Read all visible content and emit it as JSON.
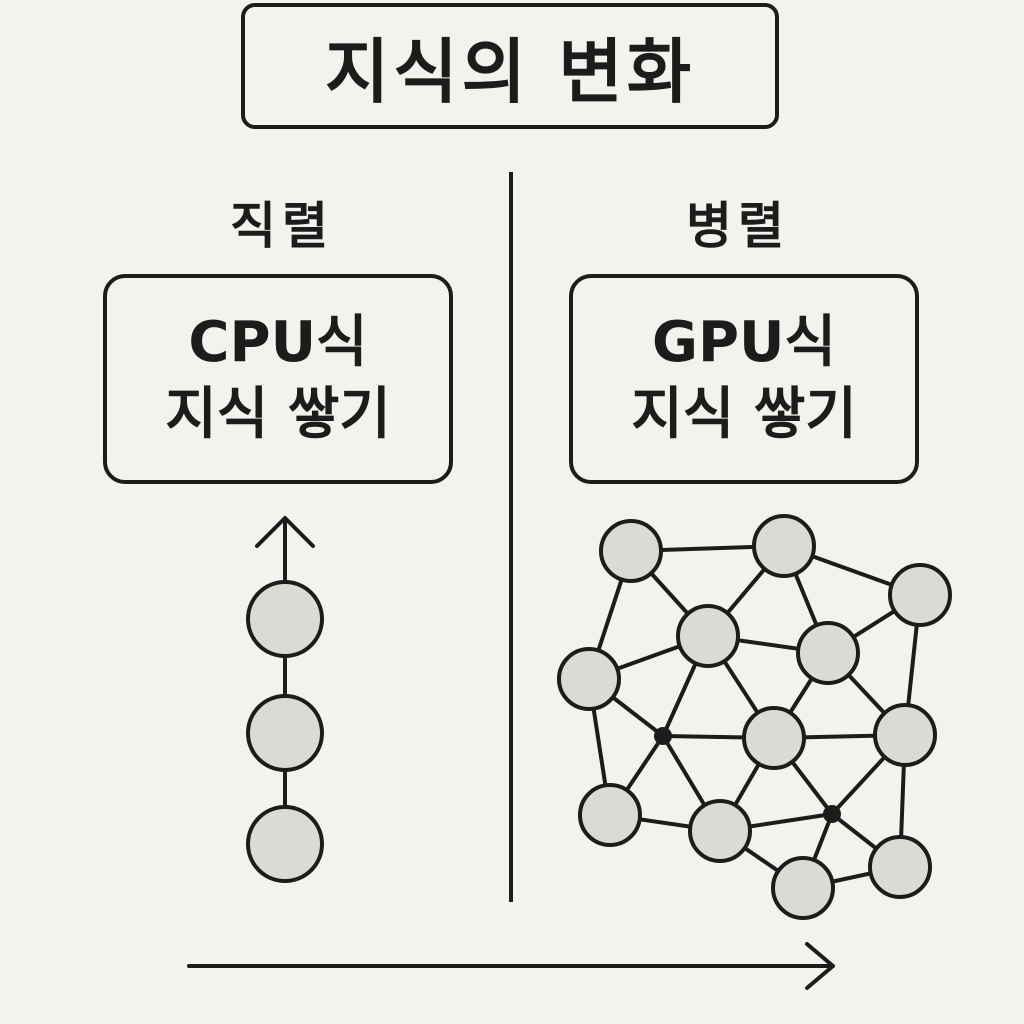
{
  "title": "지식의 변화",
  "columns": {
    "left": {
      "heading": "직렬",
      "card_line1": "CPU식",
      "card_line2": "지식 쌓기"
    },
    "right": {
      "heading": "병렬",
      "card_line1": "GPU식",
      "card_line2": "지식 쌓기"
    }
  },
  "colors": {
    "background": "#f4f2ed",
    "ink": "#1c1c1c",
    "node_fill": "#dcdad5"
  }
}
